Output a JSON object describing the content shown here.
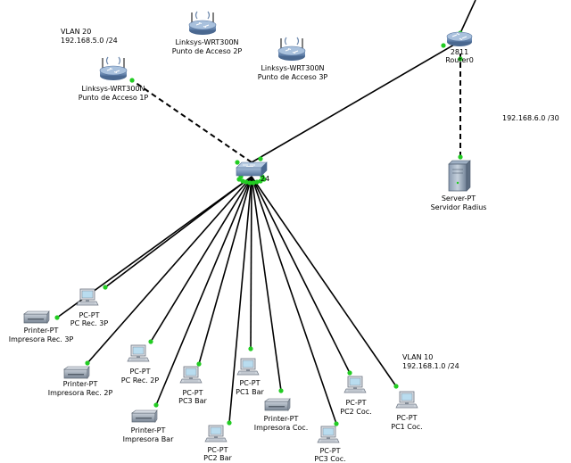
{
  "colors": {
    "link": "#000000",
    "port": "#22cc22",
    "router_body": "#6e8fb8",
    "pc_screen": "#b9dcef"
  },
  "annotations": {
    "vlan20_name": "VLAN 20",
    "vlan20_net": "192.168.5.0 /24",
    "wan_net": "192.168.6.0 /30",
    "vlan10_name": "VLAN 10",
    "vlan10_net": "192.168.1.0 /24"
  },
  "devices": {
    "ap1": {
      "model": "Linksys-WRT300N",
      "name": "Punto de Acceso 1P",
      "icon": "wireless-router-icon"
    },
    "ap2": {
      "model": "Linksys-WRT300N",
      "name": "Punto de Acceso 2P",
      "icon": "wireless-router-icon"
    },
    "ap3": {
      "model": "Linksys-WRT300N",
      "name": "Punto de Acceso 3P",
      "icon": "wireless-router-icon"
    },
    "router": {
      "model": "2811",
      "name": "Router0",
      "icon": "router-icon"
    },
    "switch": {
      "label": "24",
      "icon": "switch-icon"
    },
    "server": {
      "model": "Server-PT",
      "name": "Servidor Radius",
      "icon": "server-icon"
    },
    "printer_rec3": {
      "model": "Printer-PT",
      "name": "Impresora Rec. 3P",
      "icon": "printer-icon"
    },
    "pc_rec3": {
      "model": "PC-PT",
      "name": "PC Rec. 3P",
      "icon": "pc-icon"
    },
    "printer_rec2": {
      "model": "Printer-PT",
      "name": "Impresora Rec. 2P",
      "icon": "printer-icon"
    },
    "pc_rec2": {
      "model": "PC-PT",
      "name": "PC Rec. 2P",
      "icon": "pc-icon"
    },
    "printer_bar": {
      "model": "Printer-PT",
      "name": "Impresora Bar",
      "icon": "printer-icon"
    },
    "pc3_bar": {
      "model": "PC-PT",
      "name": "PC3 Bar",
      "icon": "pc-icon"
    },
    "pc2_bar": {
      "model": "PC-PT",
      "name": "PC2 Bar",
      "icon": "pc-icon"
    },
    "pc1_bar": {
      "model": "PC-PT",
      "name": "PC1 Bar",
      "icon": "pc-icon"
    },
    "printer_coc": {
      "model": "Printer-PT",
      "name": "Impresora Coc.",
      "icon": "printer-icon"
    },
    "pc3_coc": {
      "model": "PC-PT",
      "name": "PC3 Coc.",
      "icon": "pc-icon"
    },
    "pc2_coc": {
      "model": "PC-PT",
      "name": "PC2 Coc.",
      "icon": "pc-icon"
    },
    "pc1_coc": {
      "model": "PC-PT",
      "name": "PC1 Coc.",
      "icon": "pc-icon"
    }
  }
}
